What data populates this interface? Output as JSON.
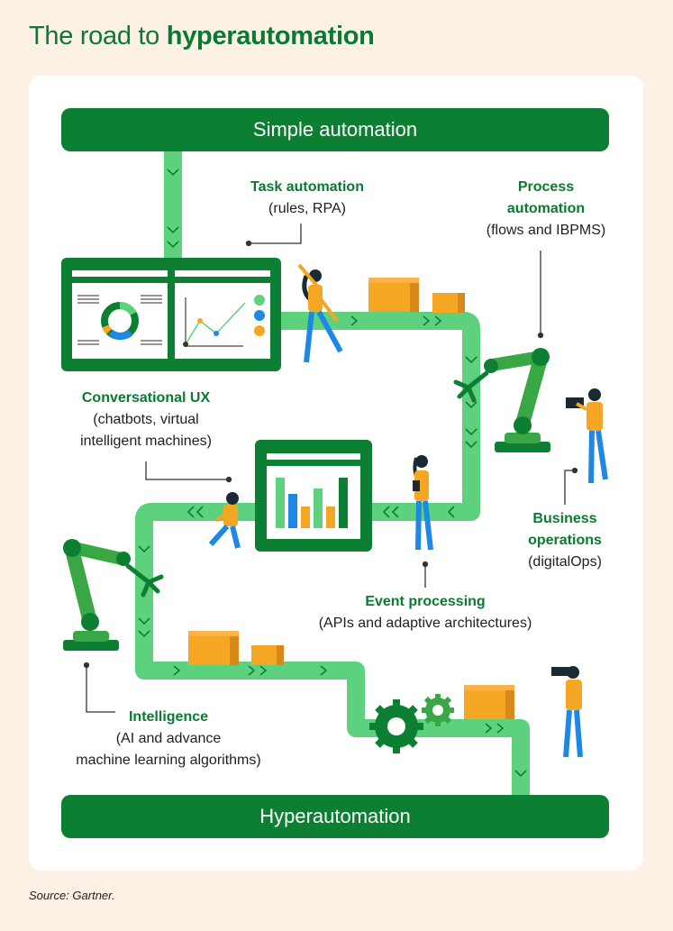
{
  "title": {
    "regular": "The road to ",
    "bold": "hyperautomation"
  },
  "top_bar": "Simple automation",
  "bottom_bar": "Hyperautomation",
  "stages": [
    {
      "id": "task",
      "heading": "Task automation",
      "lines": [
        "(rules, RPA)"
      ]
    },
    {
      "id": "process",
      "heading_lines": [
        "Process",
        "automation"
      ],
      "lines": [
        "(flows and IBPMS)"
      ]
    },
    {
      "id": "conversational",
      "heading": "Conversational UX",
      "lines": [
        "(chatbots, virtual",
        "intelligent machines)"
      ]
    },
    {
      "id": "business",
      "heading_lines": [
        "Business",
        "operations"
      ],
      "lines": [
        "(digitalOps)"
      ]
    },
    {
      "id": "event",
      "heading": "Event processing",
      "lines": [
        "(APIs and adaptive architectures)"
      ]
    },
    {
      "id": "intelligence",
      "heading": "Intelligence",
      "lines": [
        "(AI and advance",
        "machine learning algorithms)"
      ]
    }
  ],
  "source": "Source: Gartner.",
  "colors": {
    "dark_green": "#0d7f32",
    "light_green": "#5ed17f",
    "robot_green": "#3aa745",
    "orange": "#f5a623",
    "person_blue": "#1e88e5",
    "background": "#fdf1e6"
  }
}
